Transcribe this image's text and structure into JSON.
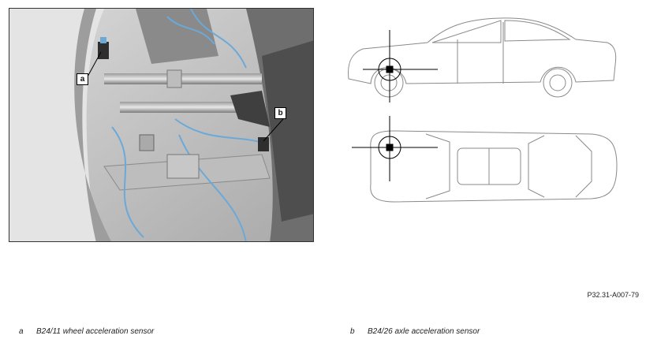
{
  "figure_id": "P32.31-A007-79",
  "callouts": {
    "a": "a",
    "b": "b"
  },
  "legend": [
    {
      "key": "a",
      "text": "B24/11 wheel acceleration sensor"
    },
    {
      "key": "b",
      "text": "B24/26 axle acceleration sensor"
    }
  ]
}
